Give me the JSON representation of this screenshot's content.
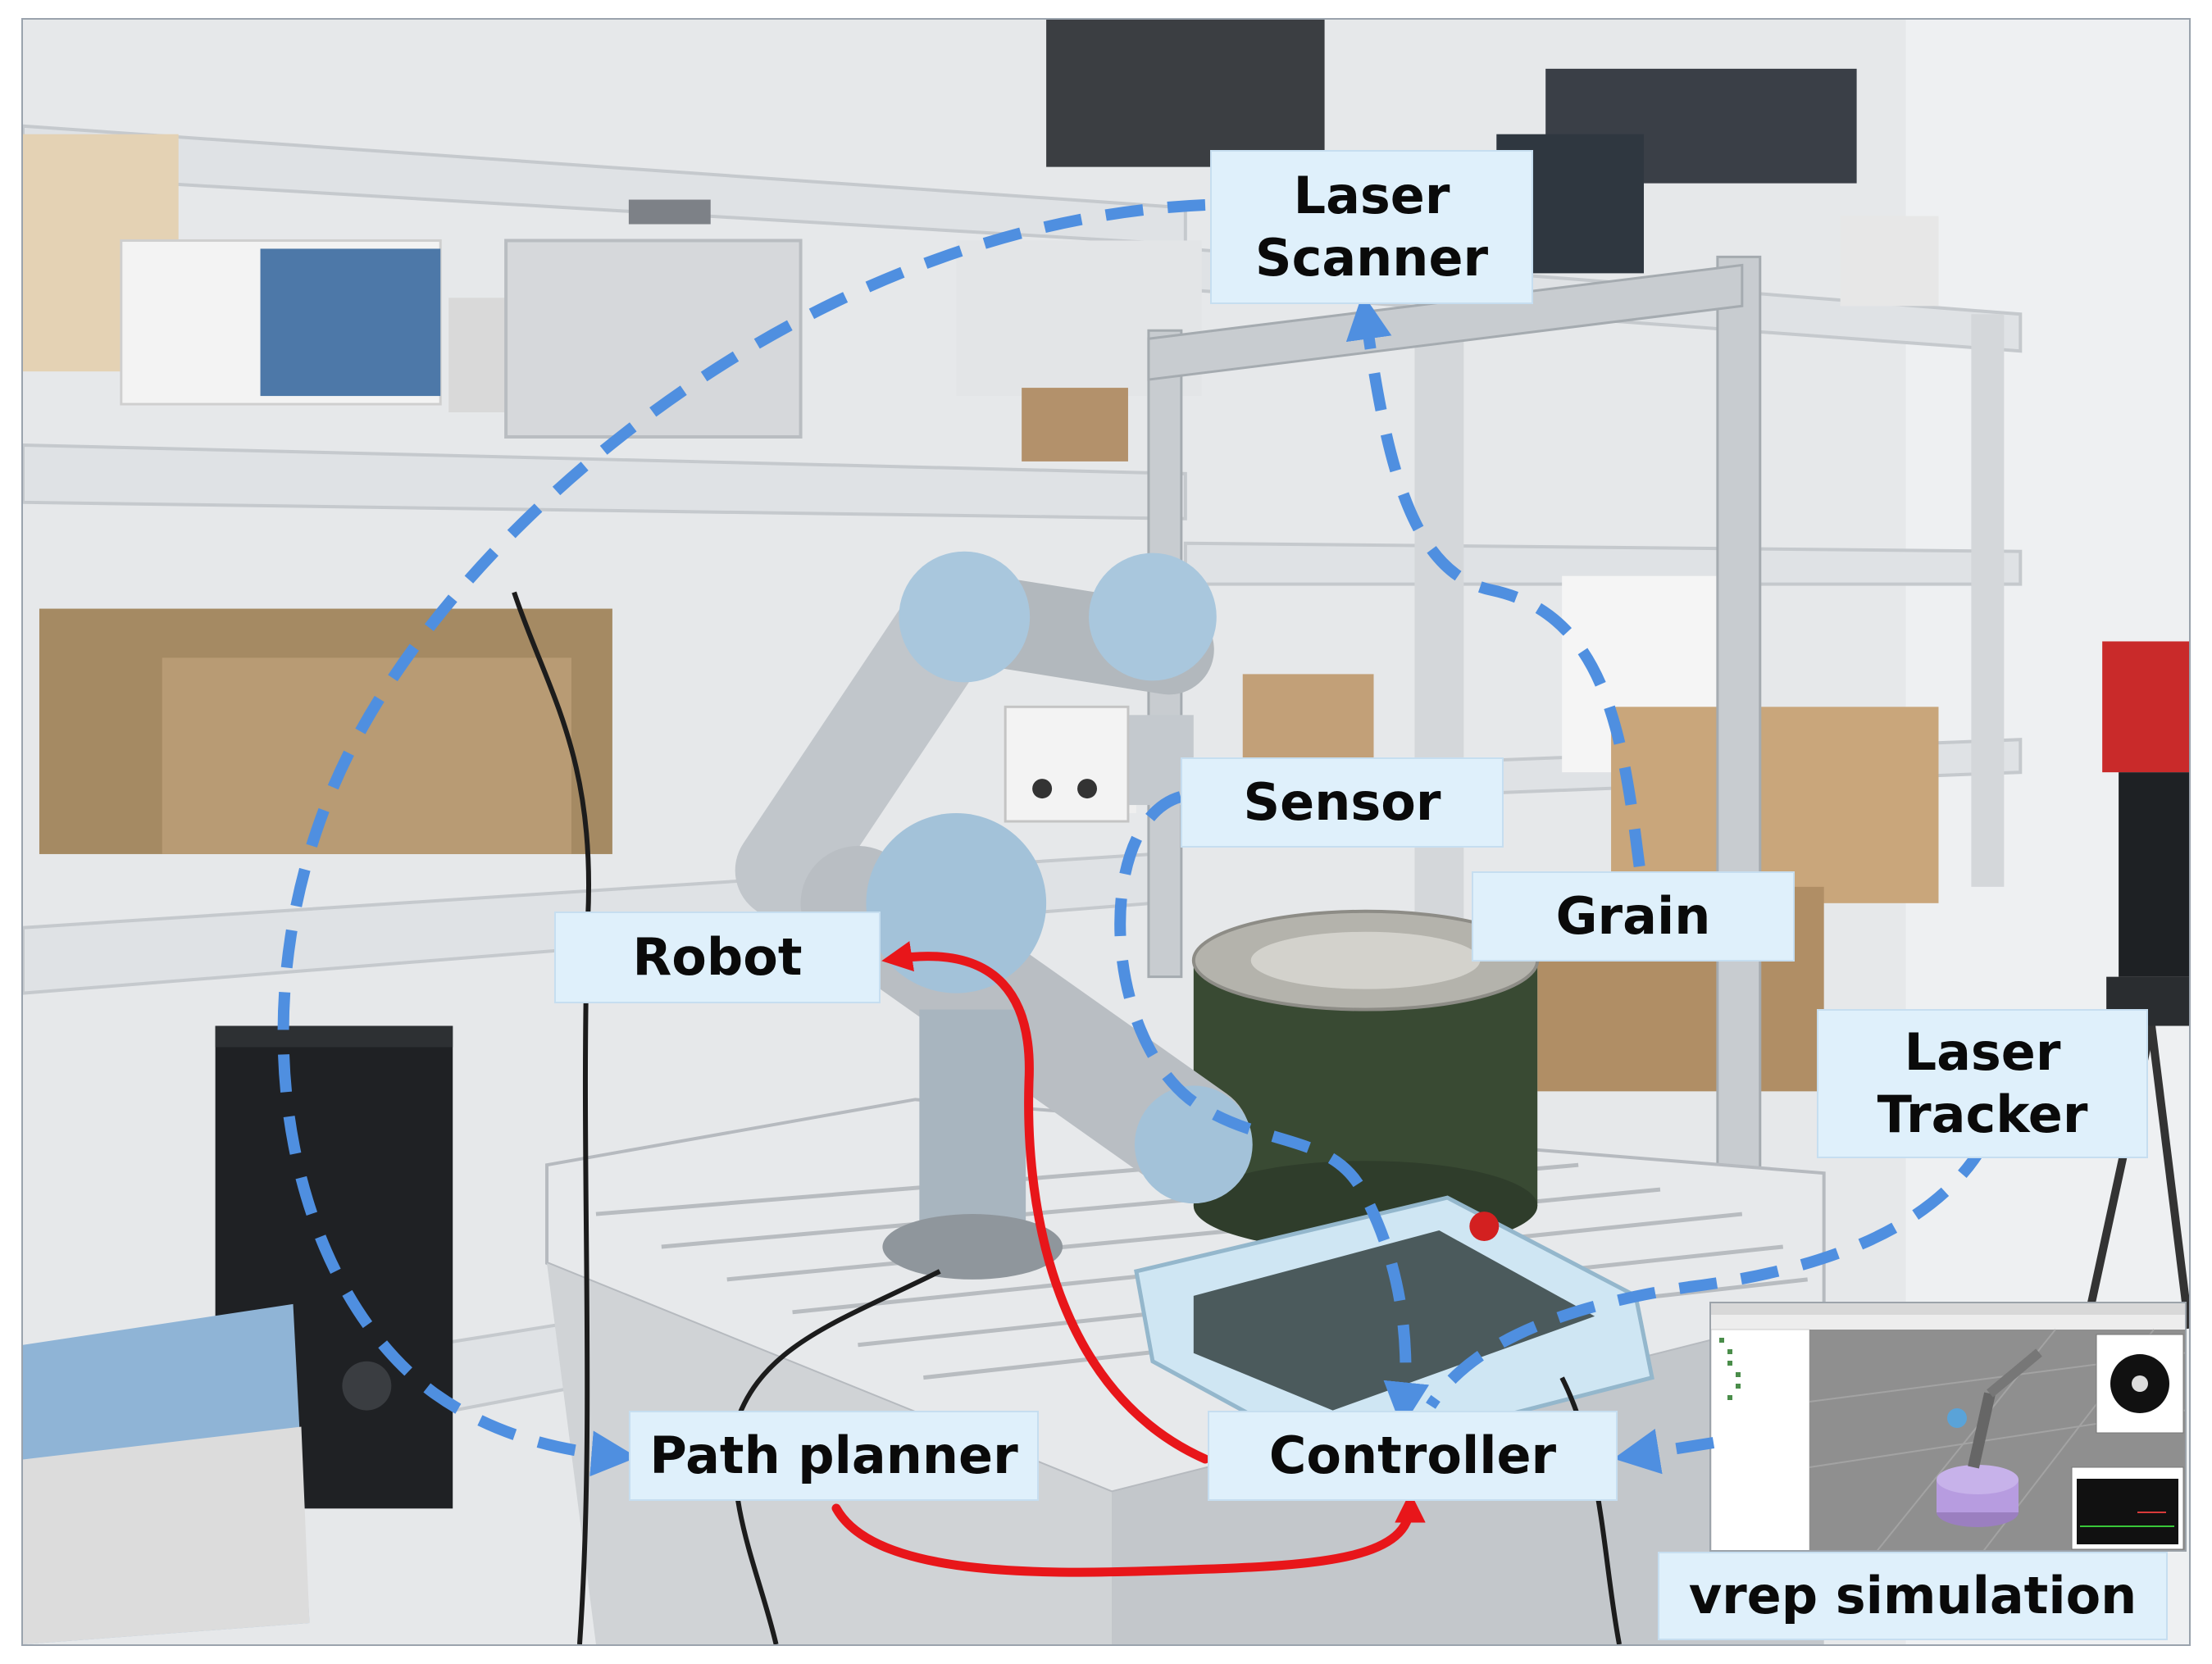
{
  "figure": {
    "description_hidden": "",
    "labels": {
      "laser_scanner": "Laser\nScanner",
      "sensor": "Sensor",
      "grain": "Grain",
      "robot": "Robot",
      "laser_tracker": "Laser\nTracker",
      "path_planner": "Path planner",
      "controller": "Controller",
      "vrep_simulation": "vrep simulation"
    },
    "colors": {
      "label_bg": "#dff0fb",
      "dashed_arrow": "#4f8fe0",
      "solid_arrow": "#e8161a"
    },
    "icons": {
      "laser_tracker_device": "laser-tracker-icon",
      "teach_pendant": "teach-pendant-icon",
      "robot_arm": "robot-arm-icon"
    }
  }
}
